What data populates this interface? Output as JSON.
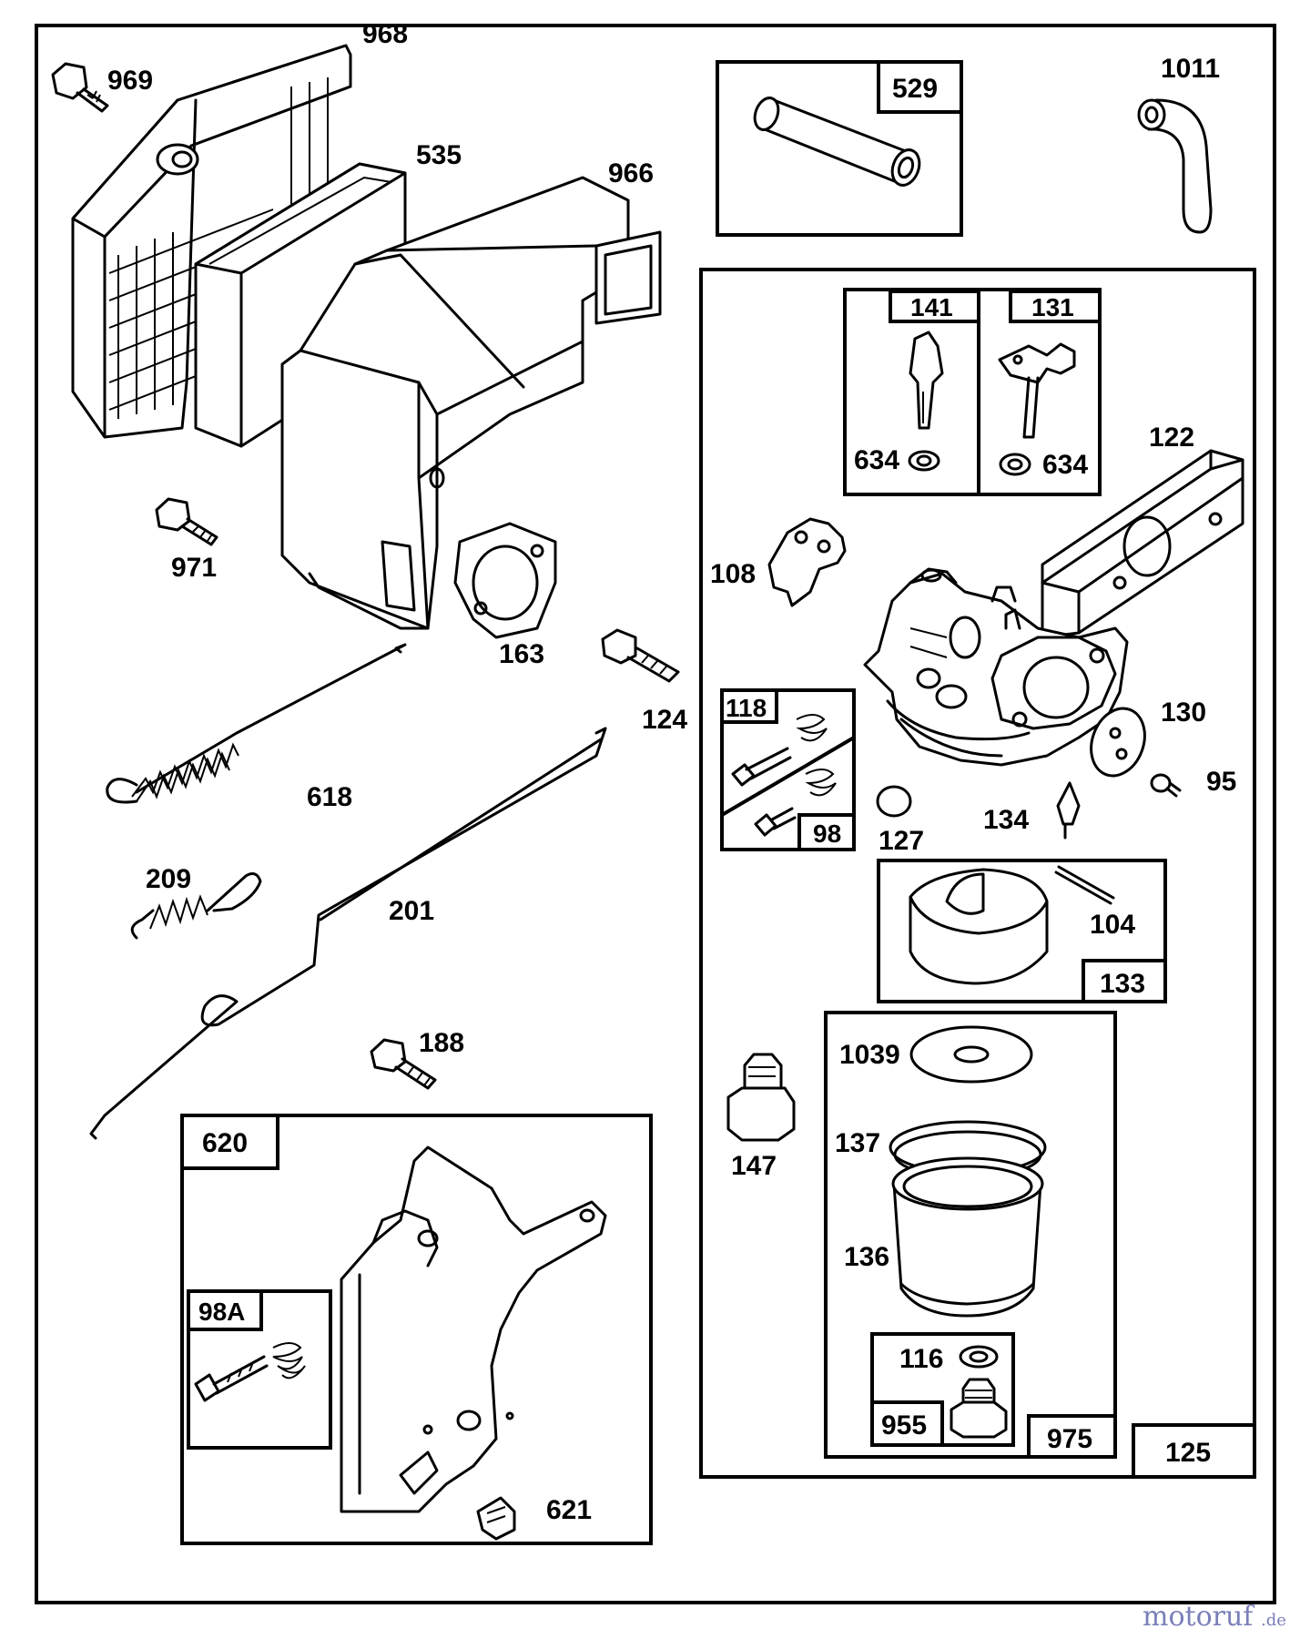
{
  "labels": {
    "p968": "968",
    "p969": "969",
    "p535": "535",
    "p966": "966",
    "p971": "971",
    "p163": "163",
    "p124": "124",
    "p618": "618",
    "p209": "209",
    "p201": "201",
    "p188": "188",
    "p620": "620",
    "p98A": "98A",
    "p621": "621",
    "p529": "529",
    "p1011": "1011",
    "p141": "141",
    "p131": "131",
    "p634a": "634",
    "p634b": "634",
    "p122": "122",
    "p108": "108",
    "p118": "118",
    "p98": "98",
    "p130": "130",
    "p95": "95",
    "p127": "127",
    "p134": "134",
    "p104": "104",
    "p133": "133",
    "p147": "147",
    "p1039": "1039",
    "p137": "137",
    "p136": "136",
    "p116": "116",
    "p955": "955",
    "p975": "975",
    "p125": "125"
  },
  "watermark": {
    "brand": "motoruf",
    "tld": ".de",
    "color_text": "#7a7fb8",
    "color_dot": "#e0a23a"
  }
}
